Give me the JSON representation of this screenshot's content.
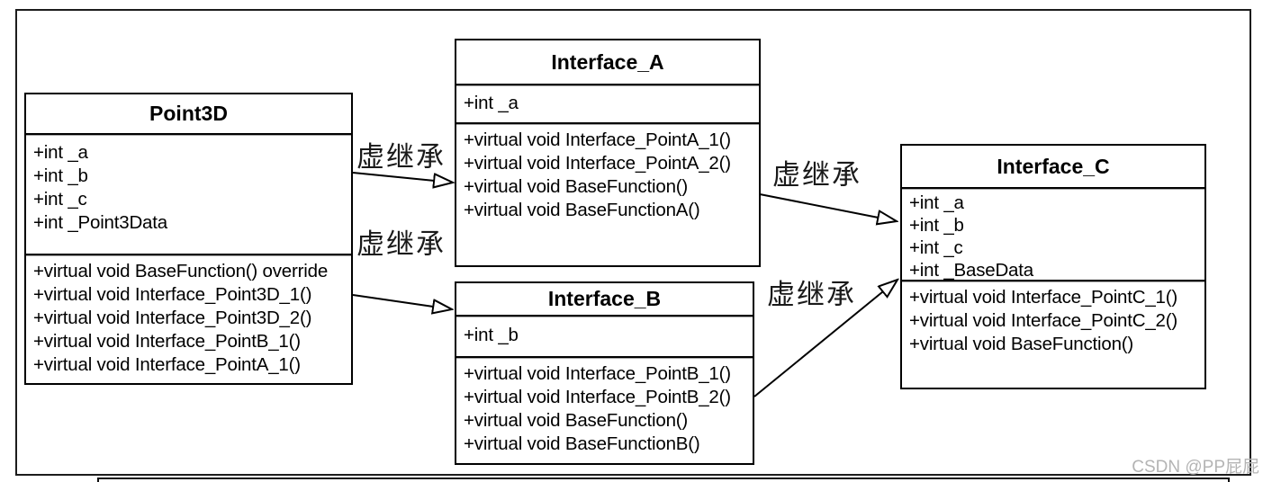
{
  "diagram": {
    "classes": [
      {
        "title": "Point3D",
        "attributes": [
          "+int _a",
          "+int _b",
          "+int _c",
          "+int _Point3Data"
        ],
        "methods": [
          "+virtual void BaseFunction() override",
          "+virtual void Interface_Point3D_1()",
          "+virtual void Interface_Point3D_2()",
          "+virtual void Interface_PointB_1()",
          "+virtual void Interface_PointA_1()"
        ]
      },
      {
        "title": "Interface_A",
        "attributes": [
          "+int _a"
        ],
        "methods": [
          "+virtual void Interface_PointA_1()",
          "+virtual void Interface_PointA_2()",
          "+virtual void BaseFunction()",
          "+virtual void BaseFunctionA()"
        ]
      },
      {
        "title": "Interface_B",
        "attributes": [
          "+int _b"
        ],
        "methods": [
          "+virtual void Interface_PointB_1()",
          "+virtual void Interface_PointB_2()",
          "+virtual void BaseFunction()",
          "+virtual void BaseFunctionB()"
        ]
      },
      {
        "title": "Interface_C",
        "attributes": [
          "+int _a",
          "+int _b",
          "+int _c",
          "+int _BaseData"
        ],
        "methods": [
          "+virtual void Interface_PointC_1()",
          "+virtual void Interface_PointC_2()",
          "+virtual void BaseFunction()"
        ]
      }
    ],
    "edges": [
      {
        "from": "Point3D",
        "to": "Interface_A",
        "label": "虚继承"
      },
      {
        "from": "Point3D",
        "to": "Interface_B",
        "label": "虚继承"
      },
      {
        "from": "Interface_A",
        "to": "Interface_C",
        "label": "虚继承"
      },
      {
        "from": "Interface_B",
        "to": "Interface_C",
        "label": "虚继承"
      }
    ],
    "colors": {
      "line": "#000000",
      "box_border": "#000000",
      "background": "#ffffff",
      "separator_shadow": "#a8a8a8",
      "watermark": "#b4b4b4"
    },
    "watermark": "CSDN @PP屁屁"
  }
}
